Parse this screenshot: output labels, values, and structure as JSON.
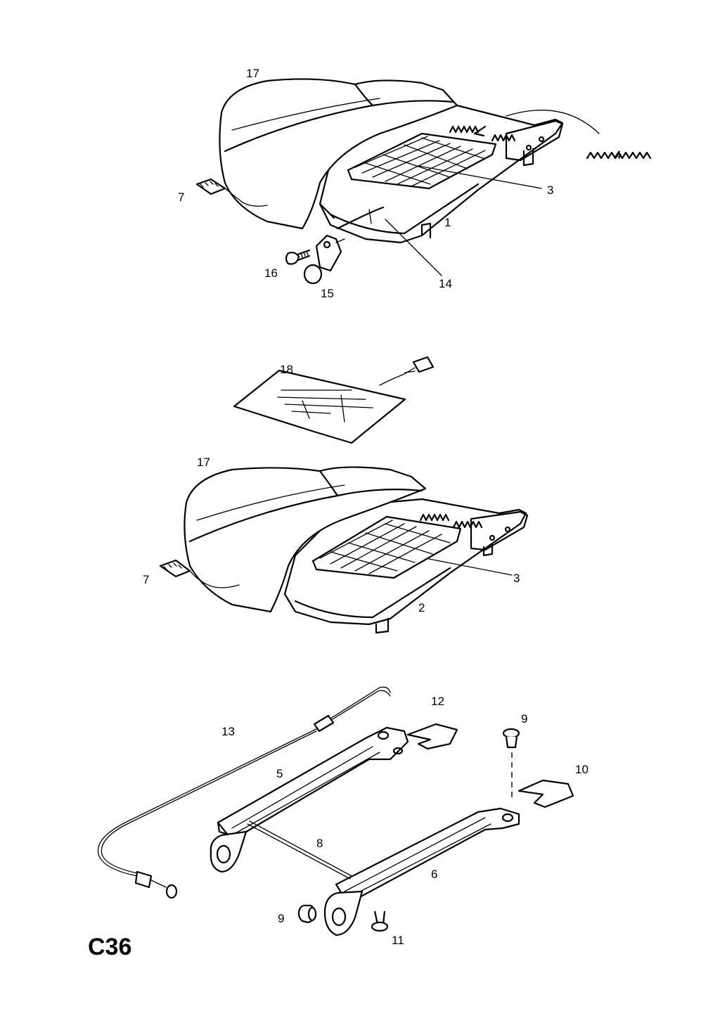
{
  "diagram": {
    "page_code": "C36",
    "labels": {
      "top": {
        "seat_cover": "17",
        "connector": "7",
        "spring_mat": "3",
        "spring": "4",
        "frame": "1",
        "rod": "14",
        "screw": "16",
        "knob": "15"
      },
      "middle": {
        "heater_pad": "18",
        "seat_cover": "17",
        "connector": "7",
        "spring_mat": "3",
        "frame": "2"
      },
      "bottom": {
        "cable": "13",
        "cover_left": "12",
        "bolt_top": "9",
        "cover_right": "10",
        "rail_left": "5",
        "cross_wire": "8",
        "rail_right": "6",
        "bolt_bottom": "9",
        "bolt_small": "11"
      }
    }
  }
}
